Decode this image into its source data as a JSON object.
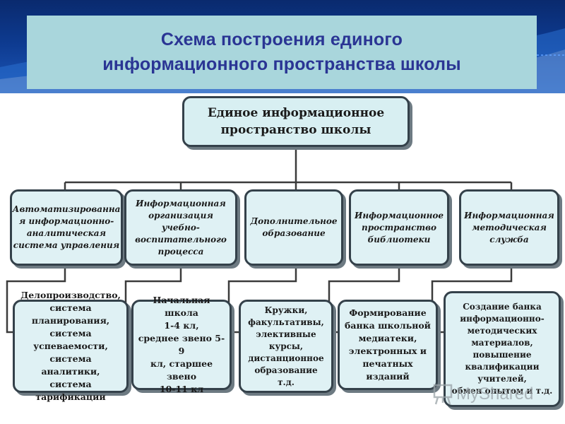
{
  "header": {
    "title": "Схема построения единого\nинформационного пространства школы"
  },
  "diagram": {
    "root": "Единое информационное\nпространство школы",
    "branches": [
      {
        "label": "Автоматизированна\nя информационно-\nаналитическая\nсистема управления",
        "detail": "Делопроизводство,\nсистема планирования,\nсистема успеваемости,\nсистема аналитики,\nсистема тарификации"
      },
      {
        "label": "Информационная\nорганизация учебно-\nвоспитательного\nпроцесса",
        "detail": "Начальная школа\n1-4 кл,\nсреднее звено 5-9\nкл, старшее звено\n10-11 кл"
      },
      {
        "label": "Дополнительное\nобразование",
        "detail": "Кружки,\nфакультативы,\nэлективные\nкурсы,\nдистанционное\nобразование т.д."
      },
      {
        "label": "Информационное\nпространство\nбиблиотеки",
        "detail": "Формирование\nбанка школьной\nмедиатеки,\nэлектронных и\nпечатных изданий"
      },
      {
        "label": "Информационная\nметодическая\nслужба",
        "detail": "Создание банка\nинформационно-\nметодических\nматериалов,\nповышение\nквалификации\nучителей,\nобмен опытом и т.д."
      }
    ]
  },
  "watermark": {
    "text": "MyShared",
    "icon": "presentation-board-icon"
  },
  "colors": {
    "banner": "#0d3a8f",
    "title_box": "#a9d6dc",
    "title_text": "#2a3594",
    "box_fill": "#dff1f4",
    "box_border": "#34414a",
    "connector": "#3b3b3b"
  }
}
